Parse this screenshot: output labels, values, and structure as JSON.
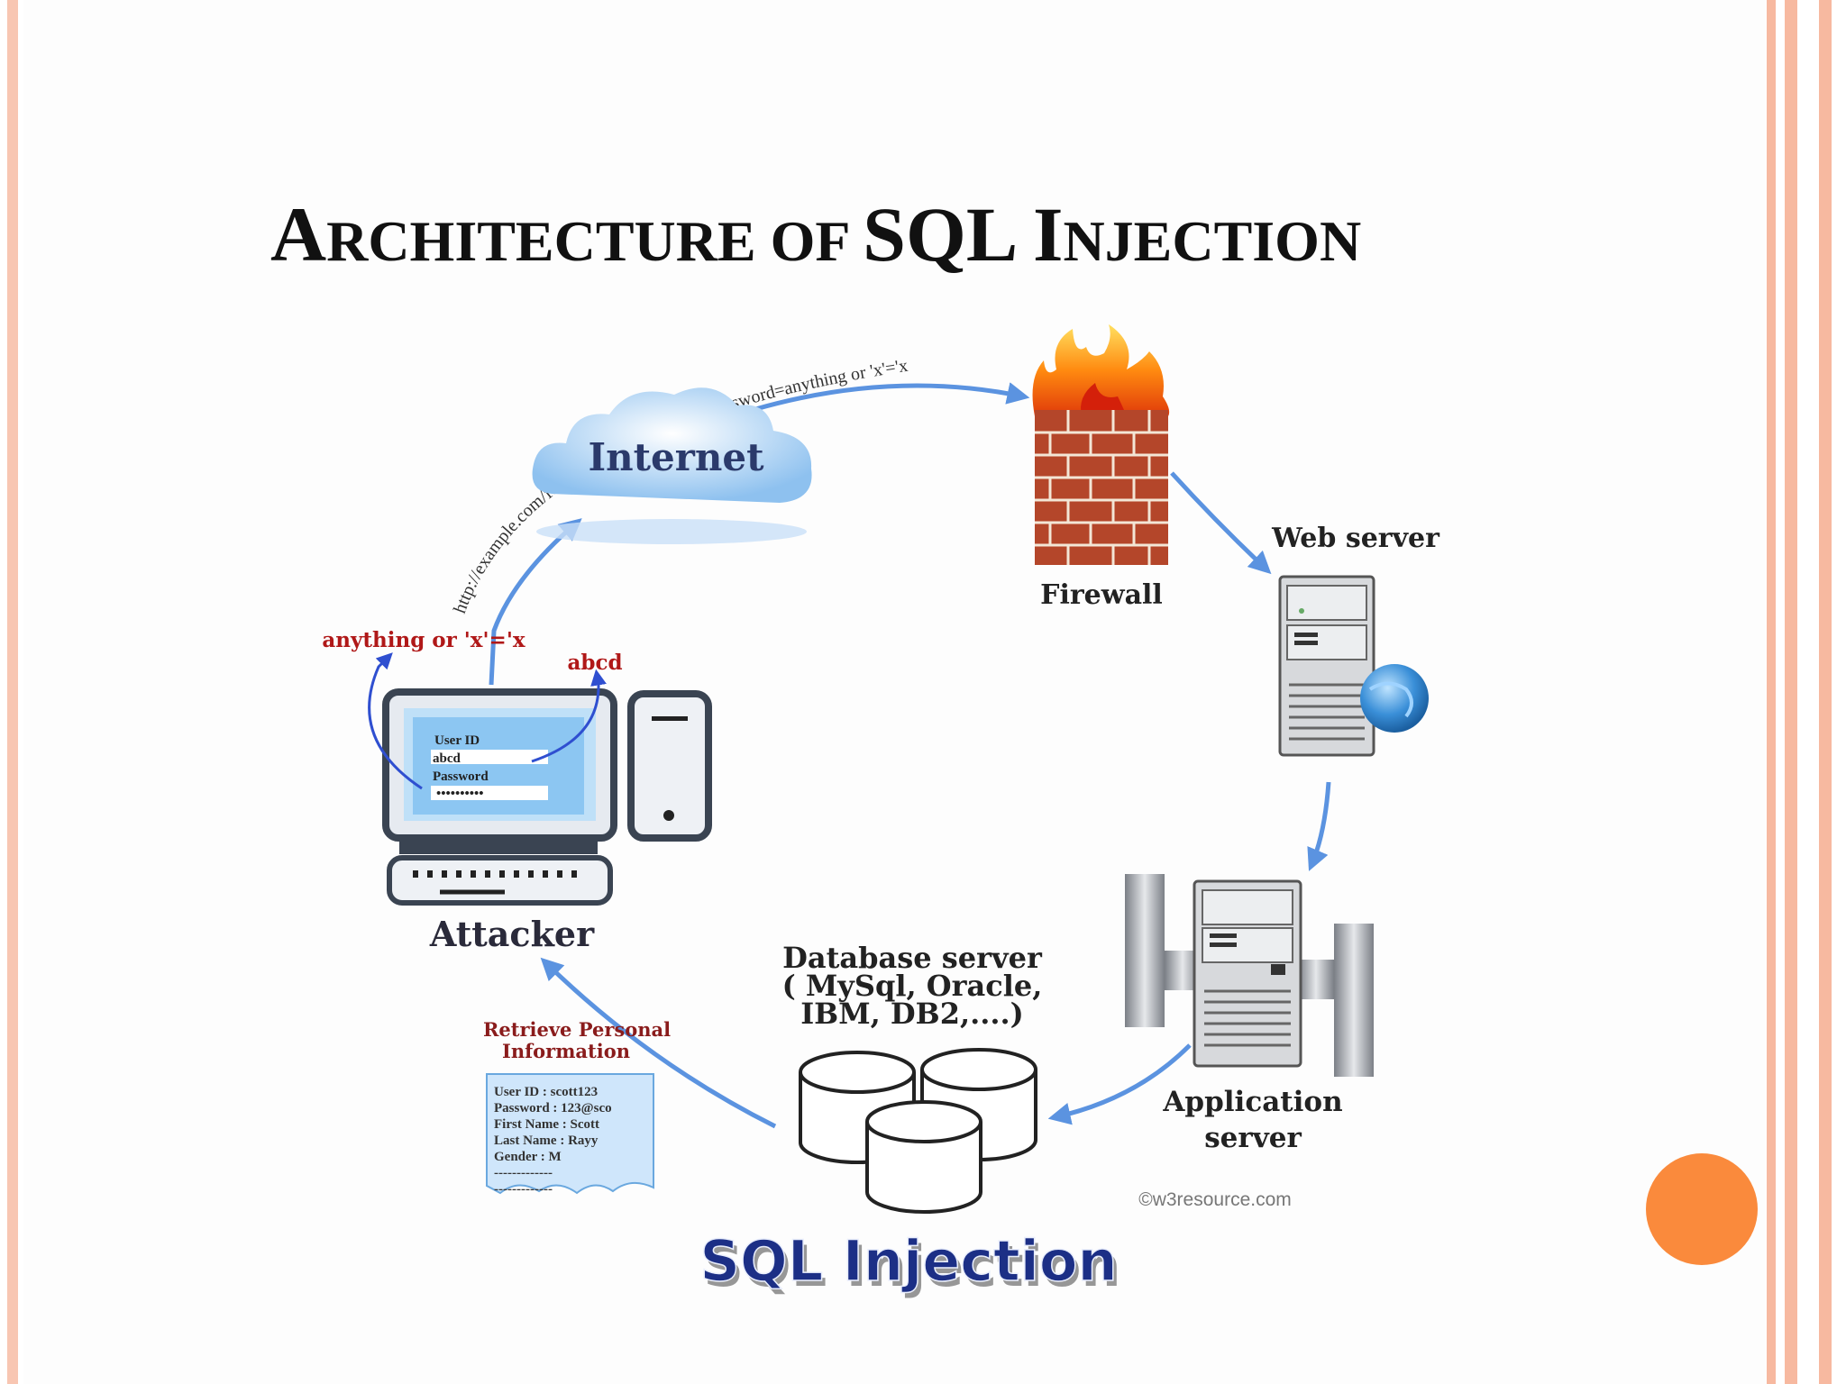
{
  "slide": {
    "title_initial_1": "A",
    "title_rest_1": "RCHITECTURE OF ",
    "title_big": "SQL I",
    "title_rest_2": "NJECTION"
  },
  "diagram": {
    "url_text": "http://example.com/form.html?userid=abcd&password=anything or 'x'='x",
    "internet": "Internet",
    "firewall": "Firewall",
    "web_server": "Web server",
    "application_server_line1": "Application",
    "application_server_line2": "server",
    "database_server_line1": "Database server",
    "database_server_line2": "( MySql, Oracle,",
    "database_server_line3": "IBM, DB2,....)",
    "attacker": "Attacker",
    "injection_text": "anything or 'x'='x",
    "abcd": "abcd",
    "form": {
      "user_id_label": "User ID",
      "user_id_value": "abcd",
      "password_label": "Password",
      "password_value": "••••••••••"
    },
    "retrieve_line1": "Retrieve Personal",
    "retrieve_line2": "Information",
    "record": [
      "User ID : scott123",
      "Password : 123@sco",
      "First Name : Scott",
      "Last Name : Rayy",
      "Gender : M",
      "-------------",
      "-------------"
    ],
    "copyright": "©w3resource.com",
    "banner": "SQL Injection"
  },
  "colors": {
    "arrow": "#5b93e0",
    "red_text": "#b01818",
    "label_text": "#222222",
    "accent_dot": "#fa8a3c",
    "frame": "#f7b9a0"
  }
}
